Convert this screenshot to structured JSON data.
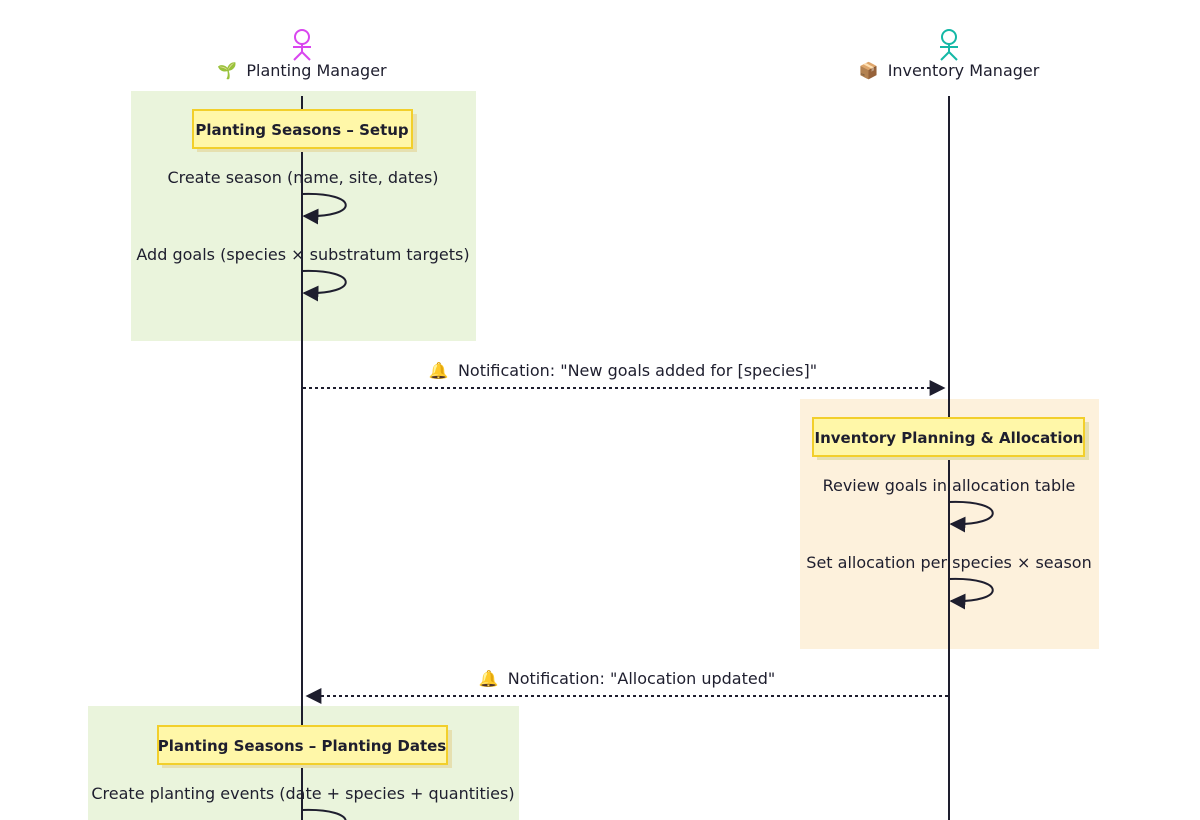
{
  "actors": {
    "planting": {
      "icon": "🌱",
      "label": "Planting Manager",
      "color": "#d946ef"
    },
    "inventory": {
      "icon": "📦",
      "label": "Inventory Manager",
      "color": "#14b8a6"
    }
  },
  "sections": {
    "setup": {
      "title": "Planting Seasons – Setup",
      "steps": [
        "Create season (name, site, dates)",
        "Add goals (species × substratum targets)"
      ]
    },
    "allocation": {
      "title": "Inventory Planning & Allocation",
      "steps": [
        "Review goals in allocation table",
        "Set allocation per species × season"
      ]
    },
    "dates": {
      "title": "Planting Seasons – Planting Dates",
      "steps": [
        "Create planting events (date + species + quantities)"
      ]
    }
  },
  "messages": {
    "goals_notification": {
      "icon": "🔔",
      "text": "Notification: \"New goals added for [species]\""
    },
    "allocation_notification": {
      "icon": "🔔",
      "text": "Notification: \"Allocation updated\""
    }
  },
  "colors": {
    "green_band": "#eaf4dc",
    "orange_band": "#fdf1dc",
    "note_fill": "#fff7a8",
    "note_border": "#f2cf2b",
    "line": "#1e1e2e"
  }
}
